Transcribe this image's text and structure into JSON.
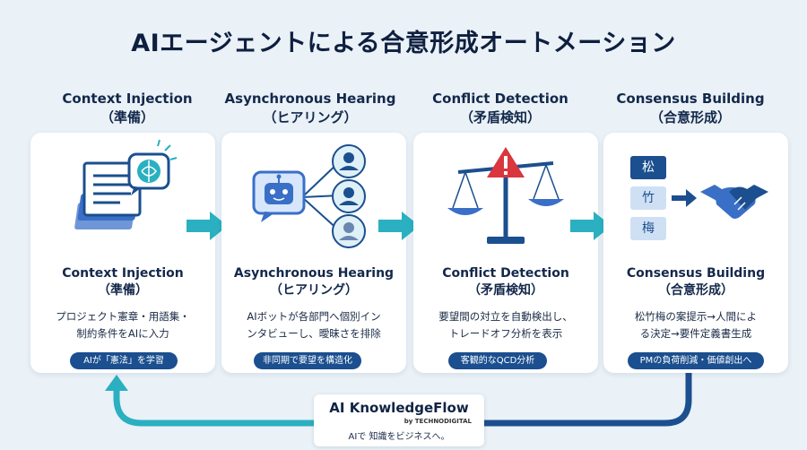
{
  "title": "AIエージェントによる合意形成オートメーション",
  "stages": [
    {
      "head_en": "Context Injection",
      "head_ja": "（準備）",
      "card_title": "Context Injection",
      "card_sub": "（準備）",
      "desc_line1": "プロジェクト憲章・用語集・",
      "desc_line2": "制約条件をAIに入力",
      "pill": "AIが「憲法」を学習",
      "icon": "document-brain-icon"
    },
    {
      "head_en": "Asynchronous Hearing",
      "head_ja": "（ヒアリング）",
      "card_title": "Asynchronous Hearing",
      "card_sub": "（ヒアリング）",
      "desc_line1": "AIボットが各部門へ個別イン",
      "desc_line2": "ンタビューし、曖昧さを排除",
      "pill": "非同期で要望を構造化",
      "icon": "chatbot-users-icon"
    },
    {
      "head_en": "Conflict Detection",
      "head_ja": "（矛盾検知）",
      "card_title": "Conflict Detection",
      "card_sub": "（矛盾検知）",
      "desc_line1": "要望間の対立を自動検出し、",
      "desc_line2": "トレードオフ分析を表示",
      "pill": "客観的なQCD分析",
      "icon": "warning-scale-icon"
    },
    {
      "head_en": "Consensus Building",
      "head_ja": "（合意形成）",
      "card_title": "Consensus Building",
      "card_sub": "（合意形成）",
      "desc_line1": "松竹梅の案提示→人間によ",
      "desc_line2": "る決定→要件定義書生成",
      "pill": "PMの負荷削減・価値創出へ",
      "icon": "options-handshake-icon",
      "options": [
        "松",
        "竹",
        "梅"
      ]
    }
  ],
  "brand": {
    "name": "AI KnowledgeFlow",
    "by": "by TECHNODIGITAL",
    "tagline": "AIで 知識をビジネスへ。"
  },
  "colors": {
    "navy": "#1b4f8f",
    "teal": "#2ab0c0",
    "red": "#d9363e",
    "background": "#eaf1f7"
  }
}
